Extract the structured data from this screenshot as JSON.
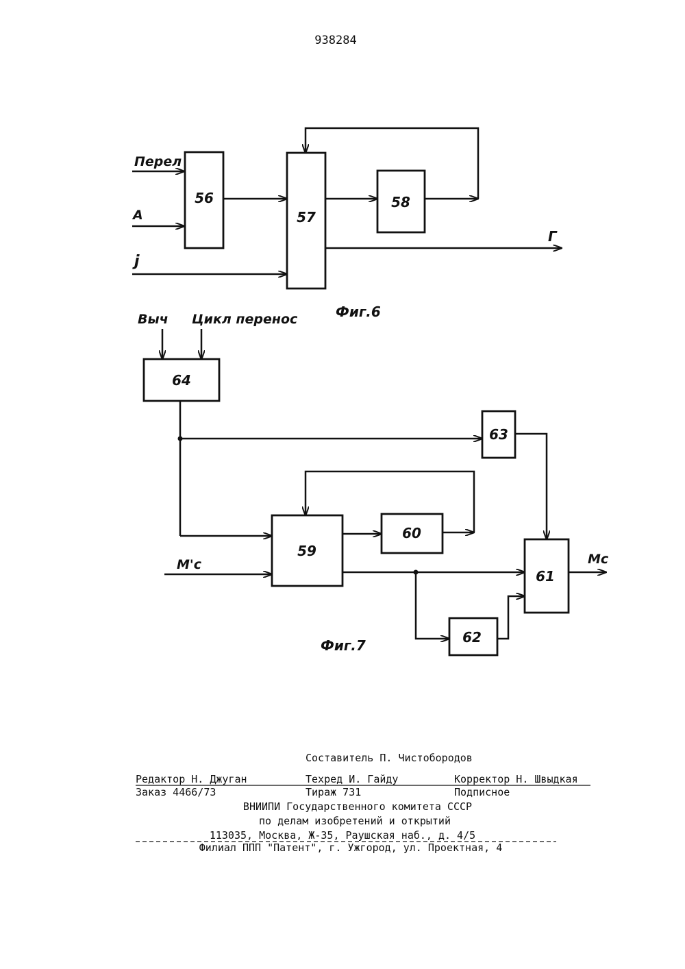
{
  "page_number": "938284",
  "fig6": {
    "caption": "Фиг.6",
    "inputs": {
      "perep": "Перел",
      "a": "А",
      "j": "j"
    },
    "output": "Г",
    "blocks": {
      "b56": "56",
      "b57": "57",
      "b58": "58"
    }
  },
  "fig7": {
    "caption": "Фиг.7",
    "inputs": {
      "vych": "Выч",
      "cikl": "Цикл перенос",
      "mc_in": "M'c"
    },
    "output": "Mc",
    "blocks": {
      "b64": "64",
      "b63": "63",
      "b59": "59",
      "b60": "60",
      "b61": "61",
      "b62": "62"
    }
  },
  "footer": {
    "compiler": "Составитель П. Чистобородов",
    "editor": "Редактор Н. Джуган",
    "techred": "Техред И. Гайду",
    "corrector": "Корректор Н. Швыдкая",
    "order": "Заказ 4466/73",
    "print_run": "Тираж 731",
    "subscription": "Подписное",
    "org1": "ВНИИПИ Государственного комитета СССР",
    "org2": "по делам изобретений и открытий",
    "address": "113035, Москва, Ж-35, Раушская наб., д. 4/5",
    "branch": "Филиал ППП \"Патент\", г. Ужгород, ул. Проектная, 4"
  }
}
